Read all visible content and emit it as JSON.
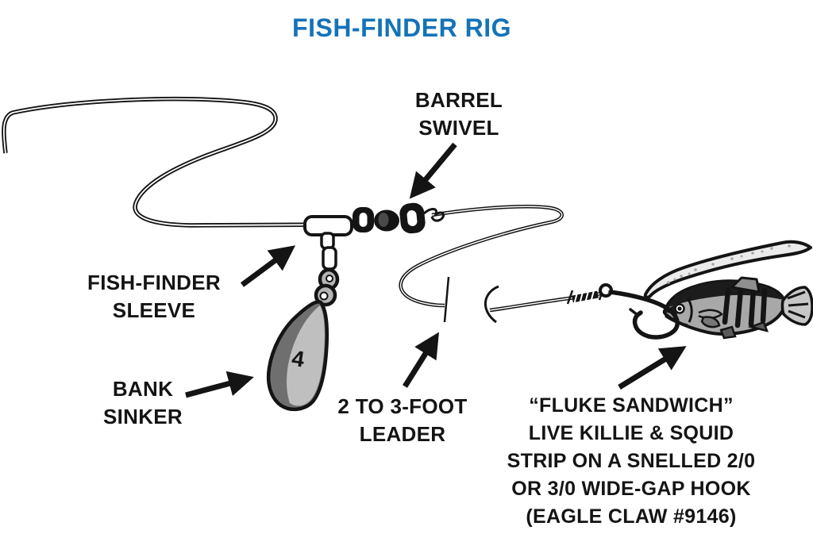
{
  "title": {
    "text": "FISH-FINDER RIG",
    "color": "#1473b8"
  },
  "labels": {
    "barrel_swivel": {
      "lines": [
        "BARREL",
        "SWIVEL"
      ]
    },
    "fish_finder_sleeve": {
      "lines": [
        "FISH-FINDER",
        "SLEEVE"
      ]
    },
    "bank_sinker": {
      "lines": [
        "BANK",
        "SINKER"
      ]
    },
    "leader": {
      "lines": [
        "2 TO 3-FOOT",
        "LEADER"
      ]
    },
    "fluke_sandwich": {
      "lines": [
        "“FLUKE SANDWICH”",
        "LIVE KILLIE & SQUID",
        "STRIP ON A SNELLED 2/0",
        "OR 3/0 WIDE-GAP HOOK",
        "(EAGLE CLAW #9146)"
      ]
    }
  },
  "diagram": {
    "sinker_weight_marking": "4",
    "ink_color": "#141414",
    "sinker_light_color": "#bfbfbf",
    "sinker_dark_color": "#6f6f6f",
    "squid_strip_color": "#ebebeb",
    "fish_belly_color": "#a8a8a8",
    "fish_back_color": "#1c1c1c"
  }
}
